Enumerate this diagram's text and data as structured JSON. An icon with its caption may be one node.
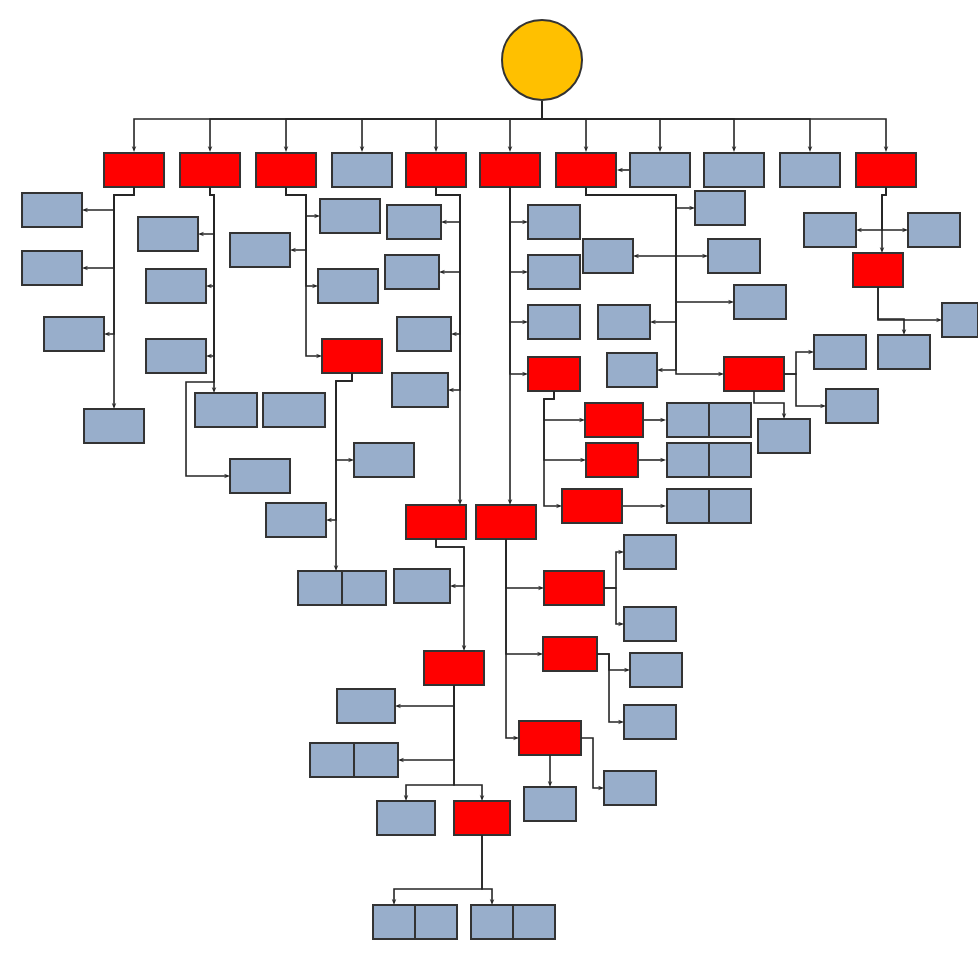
{
  "diagram": {
    "nodes": [
      {
        "text": [],
        "shape": "circle"
      },
      {
        "text": [],
        "shape": "box"
      },
      {
        "text": [],
        "shape": "box"
      },
      {
        "text": [],
        "shape": "box"
      },
      {
        "text": [],
        "shape": "box"
      },
      {
        "text": [],
        "shape": "box"
      },
      {
        "text": [],
        "shape": "box"
      },
      {
        "text": [],
        "shape": "box"
      },
      {
        "text": [],
        "shape": "box"
      },
      {
        "text": [],
        "shape": "box"
      },
      {
        "text": [],
        "shape": "box"
      },
      {
        "text": [],
        "shape": "box"
      },
      {
        "text": [],
        "shape": "box"
      },
      {
        "text": [],
        "shape": "box"
      },
      {
        "text": [],
        "shape": "box"
      },
      {
        "text": [],
        "shape": "box"
      },
      {
        "text": [],
        "shape": "box"
      },
      {
        "text": [],
        "shape": "box"
      },
      {
        "text": [],
        "shape": "box"
      },
      {
        "text": [],
        "shape": "box"
      },
      {
        "text": [],
        "shape": "box"
      },
      {
        "text": [],
        "shape": "box"
      },
      {
        "text": [],
        "shape": "box"
      },
      {
        "text": [],
        "shape": "box"
      },
      {
        "text": [],
        "shape": "box"
      },
      {
        "text": [],
        "shape": "box"
      },
      {
        "text": [],
        "shape": "box"
      },
      {
        "text": [],
        "shape": "box"
      },
      {
        "text": [],
        "shape": "box"
      },
      {
        "text": [],
        "shape": "box"
      },
      {
        "text": [],
        "shape": "box"
      },
      {
        "text": [],
        "shape": "box"
      },
      {
        "text": [],
        "shape": "box"
      },
      {
        "text": [],
        "shape": "box"
      },
      {
        "text": [],
        "shape": "box"
      },
      {
        "text": [],
        "shape": "box"
      },
      {
        "text": [],
        "shape": "box"
      },
      {
        "text": [],
        "shape": "box"
      },
      {
        "text": [],
        "shape": "box"
      },
      {
        "text": [],
        "shape": "box"
      },
      {
        "text": [],
        "shape": "box"
      },
      {
        "text": [],
        "shape": "box"
      },
      {
        "text": [],
        "shape": "box"
      },
      {
        "text": [],
        "shape": "box"
      },
      {
        "text": [],
        "shape": "box"
      },
      {
        "text": [],
        "shape": "box"
      },
      {
        "text": [],
        "shape": "box"
      },
      {
        "text": [],
        "shape": "box"
      },
      {
        "text": [],
        "shape": "box"
      },
      {
        "text": [],
        "shape": "box"
      },
      {
        "text": [],
        "shape": "box"
      },
      {
        "text": [],
        "shape": "box"
      },
      {
        "text": [],
        "shape": "box"
      },
      {
        "text": [],
        "shape": "box"
      },
      {
        "text": [],
        "shape": "box"
      },
      {
        "text": [],
        "shape": "box"
      },
      {
        "text": [],
        "shape": "box"
      },
      {
        "text": [],
        "shape": "box"
      },
      {
        "text": [],
        "shape": "box"
      },
      {
        "text": [],
        "shape": "box"
      },
      {
        "text": [],
        "shape": "box"
      },
      {
        "text": [],
        "shape": "box"
      },
      {
        "text": [],
        "shape": "box"
      },
      {
        "text": [],
        "shape": "box"
      },
      {
        "text": [],
        "shape": "box"
      },
      {
        "text": [],
        "shape": "box"
      },
      {
        "text": [],
        "shape": "box"
      },
      {
        "text": [],
        "shape": "box"
      },
      {
        "text": [],
        "shape": "box"
      },
      {
        "text": [],
        "shape": "box"
      },
      {
        "text": [],
        "shape": "box"
      },
      {
        "text": [],
        "shape": "box"
      },
      {
        "text": [],
        "shape": "box"
      },
      {
        "text": [],
        "shape": "box"
      },
      {
        "text": [],
        "shape": "box"
      },
      {
        "text": [],
        "shape": "box"
      },
      {
        "text": [],
        "shape": "box"
      },
      {
        "text": [],
        "shape": "box"
      },
      {
        "text": [],
        "shape": "box"
      },
      {
        "text": [],
        "shape": "box"
      },
      {
        "text": [],
        "shape": "box"
      },
      {
        "text": [],
        "shape": "box"
      },
      {
        "text": [],
        "shape": "box"
      },
      {
        "text": [],
        "shape": "box"
      }
    ],
    "edges": [
      {
        "from": 0,
        "to": 1,
        "arrow": "to"
      },
      {
        "from": 0,
        "to": 2,
        "arrow": "to"
      },
      {
        "from": 0,
        "to": 3,
        "arrow": "to"
      },
      {
        "from": 0,
        "to": 4,
        "arrow": "to"
      },
      {
        "from": 0,
        "to": 5,
        "arrow": "to"
      },
      {
        "from": 0,
        "to": 6,
        "arrow": "to"
      },
      {
        "from": 0,
        "to": 7,
        "arrow": "to"
      },
      {
        "from": 0,
        "to": 8,
        "arrow": "to"
      },
      {
        "from": 0,
        "to": 9,
        "arrow": "to"
      },
      {
        "from": 0,
        "to": 10,
        "arrow": "to"
      },
      {
        "from": 0,
        "to": 11,
        "arrow": "to"
      },
      {
        "from": 1,
        "to": 12,
        "arrow": "to"
      },
      {
        "from": 1,
        "to": 13,
        "arrow": "to"
      },
      {
        "from": 1,
        "to": 14,
        "arrow": "to"
      },
      {
        "from": 1,
        "to": 15,
        "arrow": "to"
      },
      {
        "from": 2,
        "to": 16,
        "arrow": "to"
      },
      {
        "from": 2,
        "to": 17,
        "arrow": "to"
      },
      {
        "from": 2,
        "to": 18,
        "arrow": "to"
      },
      {
        "from": 2,
        "to": 19,
        "arrow": "to"
      },
      {
        "from": 2,
        "to": 21,
        "arrow": "to"
      },
      {
        "from": 3,
        "to": 22,
        "arrow": "to"
      },
      {
        "from": 3,
        "to": 23,
        "arrow": "to"
      },
      {
        "from": 3,
        "to": 24,
        "arrow": "to"
      },
      {
        "from": 3,
        "to": 25,
        "arrow": "to"
      },
      {
        "from": 25,
        "to": 26,
        "arrow": "to"
      },
      {
        "from": 25,
        "to": 27,
        "arrow": "to"
      },
      {
        "from": 25,
        "to": 28,
        "arrow": "to"
      },
      {
        "from": 5,
        "to": 30,
        "arrow": "to"
      },
      {
        "from": 5,
        "to": 31,
        "arrow": "to"
      },
      {
        "from": 5,
        "to": 32,
        "arrow": "to"
      },
      {
        "from": 5,
        "to": 33,
        "arrow": "to"
      },
      {
        "from": 5,
        "to": 34,
        "arrow": "to"
      },
      {
        "from": 34,
        "to": 35,
        "arrow": "to"
      },
      {
        "from": 34,
        "to": 36,
        "arrow": "to"
      },
      {
        "from": 36,
        "to": 37,
        "arrow": "to"
      },
      {
        "from": 36,
        "to": 39,
        "arrow": "to"
      },
      {
        "from": 36,
        "to": 40,
        "arrow": "to"
      },
      {
        "from": 36,
        "to": 41,
        "arrow": "to"
      },
      {
        "from": 41,
        "to": 42,
        "arrow": "to"
      },
      {
        "from": 41,
        "to": 44,
        "arrow": "to"
      },
      {
        "from": 6,
        "to": 46,
        "arrow": "to"
      },
      {
        "from": 6,
        "to": 47,
        "arrow": "to"
      },
      {
        "from": 6,
        "to": 48,
        "arrow": "to"
      },
      {
        "from": 6,
        "to": 49,
        "arrow": "to"
      },
      {
        "from": 49,
        "to": 50,
        "arrow": "to"
      },
      {
        "from": 50,
        "to": 51,
        "arrow": "to"
      },
      {
        "from": 49,
        "to": 53,
        "arrow": "to"
      },
      {
        "from": 53,
        "to": 54,
        "arrow": "to"
      },
      {
        "from": 49,
        "to": 56,
        "arrow": "to"
      },
      {
        "from": 56,
        "to": 57,
        "arrow": "to"
      },
      {
        "from": 6,
        "to": 59,
        "arrow": "to"
      },
      {
        "from": 59,
        "to": 61,
        "arrow": "to"
      },
      {
        "from": 61,
        "to": 60,
        "arrow": "to"
      },
      {
        "from": 61,
        "to": 62,
        "arrow": "to"
      },
      {
        "from": 59,
        "to": 63,
        "arrow": "to"
      },
      {
        "from": 63,
        "to": 64,
        "arrow": "to"
      },
      {
        "from": 63,
        "to": 65,
        "arrow": "to"
      },
      {
        "from": 59,
        "to": 66,
        "arrow": "to"
      },
      {
        "from": 66,
        "to": 67,
        "arrow": "to"
      },
      {
        "from": 66,
        "to": 68,
        "arrow": "to"
      },
      {
        "from": 8,
        "to": 7,
        "arrow": "to"
      },
      {
        "from": 7,
        "to": 69,
        "arrow": "to"
      },
      {
        "from": 7,
        "to": 70,
        "arrow": "to"
      },
      {
        "from": 7,
        "to": 71,
        "arrow": "to"
      },
      {
        "from": 7,
        "to": 72,
        "arrow": "to"
      },
      {
        "from": 7,
        "to": 73,
        "arrow": "to"
      },
      {
        "from": 7,
        "to": 74,
        "arrow": "to"
      },
      {
        "from": 7,
        "to": 75,
        "arrow": "to"
      },
      {
        "from": 75,
        "to": 76,
        "arrow": "to"
      },
      {
        "from": 75,
        "to": 77,
        "arrow": "to"
      },
      {
        "from": 75,
        "to": 78,
        "arrow": "to"
      },
      {
        "from": 11,
        "to": 79,
        "arrow": "to"
      },
      {
        "from": 11,
        "to": 80,
        "arrow": "to"
      },
      {
        "from": 11,
        "to": 81,
        "arrow": "to"
      },
      {
        "from": 81,
        "to": 82,
        "arrow": "to"
      },
      {
        "from": 81,
        "to": 83,
        "arrow": "to"
      }
    ]
  }
}
